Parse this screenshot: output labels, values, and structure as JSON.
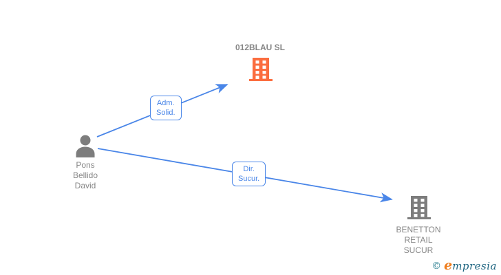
{
  "nodes": {
    "person": {
      "line1": "Pons",
      "line2": "Bellido",
      "line3": "David"
    },
    "company_012blau": {
      "title": "012BLAU SL"
    },
    "company_benetton": {
      "line1": "BENETTON",
      "line2": "RETAIL",
      "line3": "SUCUR"
    }
  },
  "edges": {
    "adm_solid": {
      "line1": "Adm.",
      "line2": "Solid."
    },
    "dir_sucur": {
      "line1": "Dir.",
      "line2": "Sucur."
    }
  },
  "footer": {
    "copyright_symbol": "©",
    "brand_e": "e",
    "brand_rest": "mpresia"
  },
  "colors": {
    "edge_blue": "#4a86e8",
    "company_orange": "#fb6d3f",
    "node_gray": "#7d7d7d",
    "label_gray": "#868686",
    "copyright_teal": "#2b7f91",
    "brand_orange": "#ef7d1d",
    "brand_teal": "#1b637f"
  }
}
